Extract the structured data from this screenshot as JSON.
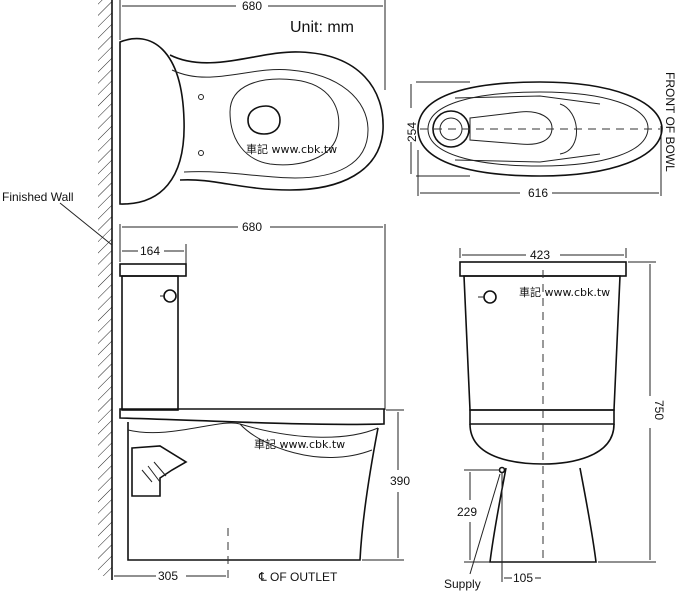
{
  "unit_label": "Unit: mm",
  "wall_label": "Finished Wall",
  "front_label": "FRONT OF BOWL",
  "outlet_label": "℄ OF OUTLET",
  "supply_label": "Supply",
  "watermark": "車記 www.cbk.tw",
  "dims": {
    "top_width": "680",
    "side_width": "680",
    "tank_depth": "164",
    "front_length": "616",
    "front_width": "254",
    "rear_width": "423",
    "height": "750",
    "bowl_height": "390",
    "supply_height": "229",
    "outlet_distance": "305",
    "supply_offset": "105"
  }
}
